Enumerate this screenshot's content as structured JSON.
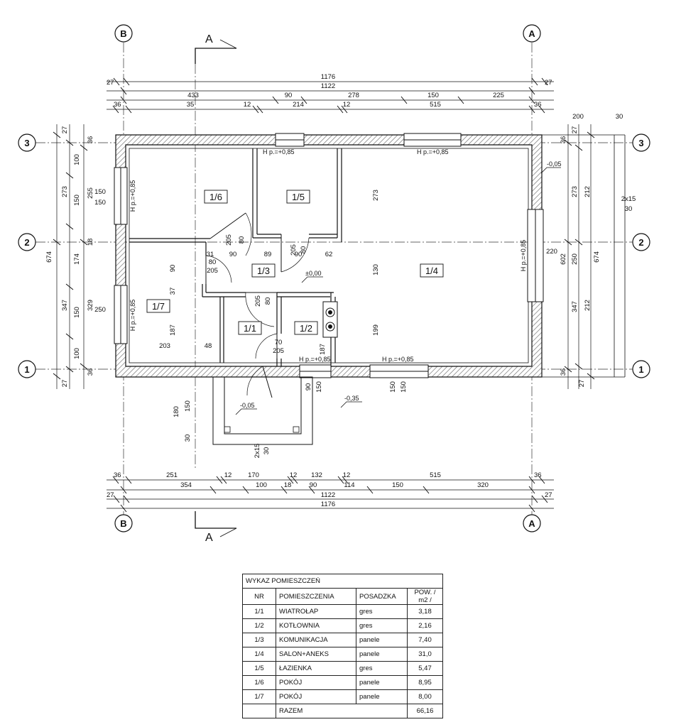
{
  "axes": {
    "columns": [
      "B",
      "A"
    ],
    "rows": [
      "3",
      "2",
      "1"
    ]
  },
  "section_mark": "A",
  "dimensions": {
    "top": {
      "overall": "1176",
      "inner": "1122",
      "edge": "27",
      "chain1": [
        "433",
        "90",
        "278",
        "150",
        "225"
      ],
      "chain2": [
        "36",
        "35",
        "12",
        "214",
        "12",
        "515",
        "36"
      ],
      "terrace": [
        "200",
        "30"
      ]
    },
    "bottom": {
      "overall": "1176",
      "inner": "1122",
      "edge": "27",
      "chain1": [
        "36",
        "251",
        "12",
        "170",
        "12",
        "132",
        "12",
        "515",
        "36"
      ],
      "chain2": [
        "354",
        "100",
        "18",
        "90",
        "114",
        "150",
        "320"
      ]
    },
    "left": {
      "overall": "674",
      "chain1": [
        "273",
        "347"
      ],
      "chain2": [
        "100",
        "150",
        "174",
        "150",
        "100"
      ],
      "chain3": [
        "255",
        "329"
      ],
      "edges": [
        "27",
        "36",
        "18",
        "36",
        "27"
      ]
    },
    "right": {
      "overall": "674",
      "inner": "602",
      "chain1": [
        "273",
        "250",
        "347"
      ],
      "chain2": [
        "212",
        "212"
      ],
      "edges": [
        "27",
        "36",
        "36",
        "27"
      ],
      "stair": "2x15",
      "stair_sub": "30"
    },
    "interior": [
      "90",
      "89",
      "90",
      "62",
      "31",
      "80",
      "205",
      "90",
      "37",
      "187",
      "203",
      "48",
      "70",
      "205",
      "273",
      "130",
      "199",
      "205",
      "80",
      "205",
      "80",
      "205",
      "80",
      "187",
      "180",
      "150",
      "30",
      "90",
      "150",
      "150",
      "150",
      "150",
      "150",
      "250",
      "220"
    ]
  },
  "sill_labels": [
    "H p.=+0,85",
    "H p.=+0,85",
    "H p.=+0,85",
    "H p.=+0,85",
    "H p.=+0,85",
    "H p.=+0,85",
    "H p.=+0,85"
  ],
  "levels": [
    "-0,05",
    "±0,00",
    "-0,35",
    "-0,05"
  ],
  "porch_stair": "2x15",
  "porch_stair_sub": "30",
  "rooms": [
    {
      "nr": "1/1",
      "name": "WIATROŁAP",
      "floor": "gres",
      "area": "3,18"
    },
    {
      "nr": "1/2",
      "name": "KOTŁOWNIA",
      "floor": "gres",
      "area": "2,16"
    },
    {
      "nr": "1/3",
      "name": "KOMUNIKACJA",
      "floor": "panele",
      "area": "7,40"
    },
    {
      "nr": "1/4",
      "name": "SALON+ANEKS",
      "floor": "panele",
      "area": "31,0"
    },
    {
      "nr": "1/5",
      "name": "ŁAZIENKA",
      "floor": "gres",
      "area": "5,47"
    },
    {
      "nr": "1/6",
      "name": "POKÓJ",
      "floor": "panele",
      "area": "8,95"
    },
    {
      "nr": "1/7",
      "name": "POKÓJ",
      "floor": "panele",
      "area": "8,00"
    }
  ],
  "table": {
    "title": "WYKAZ POMIESZCZEŃ",
    "headers": {
      "nr": "NR",
      "name": "POMIESZCZENIA",
      "floor": "POSADZKA",
      "area": "POW. / m2 /"
    },
    "total_label": "RAZEM",
    "total_area": "66,16"
  }
}
